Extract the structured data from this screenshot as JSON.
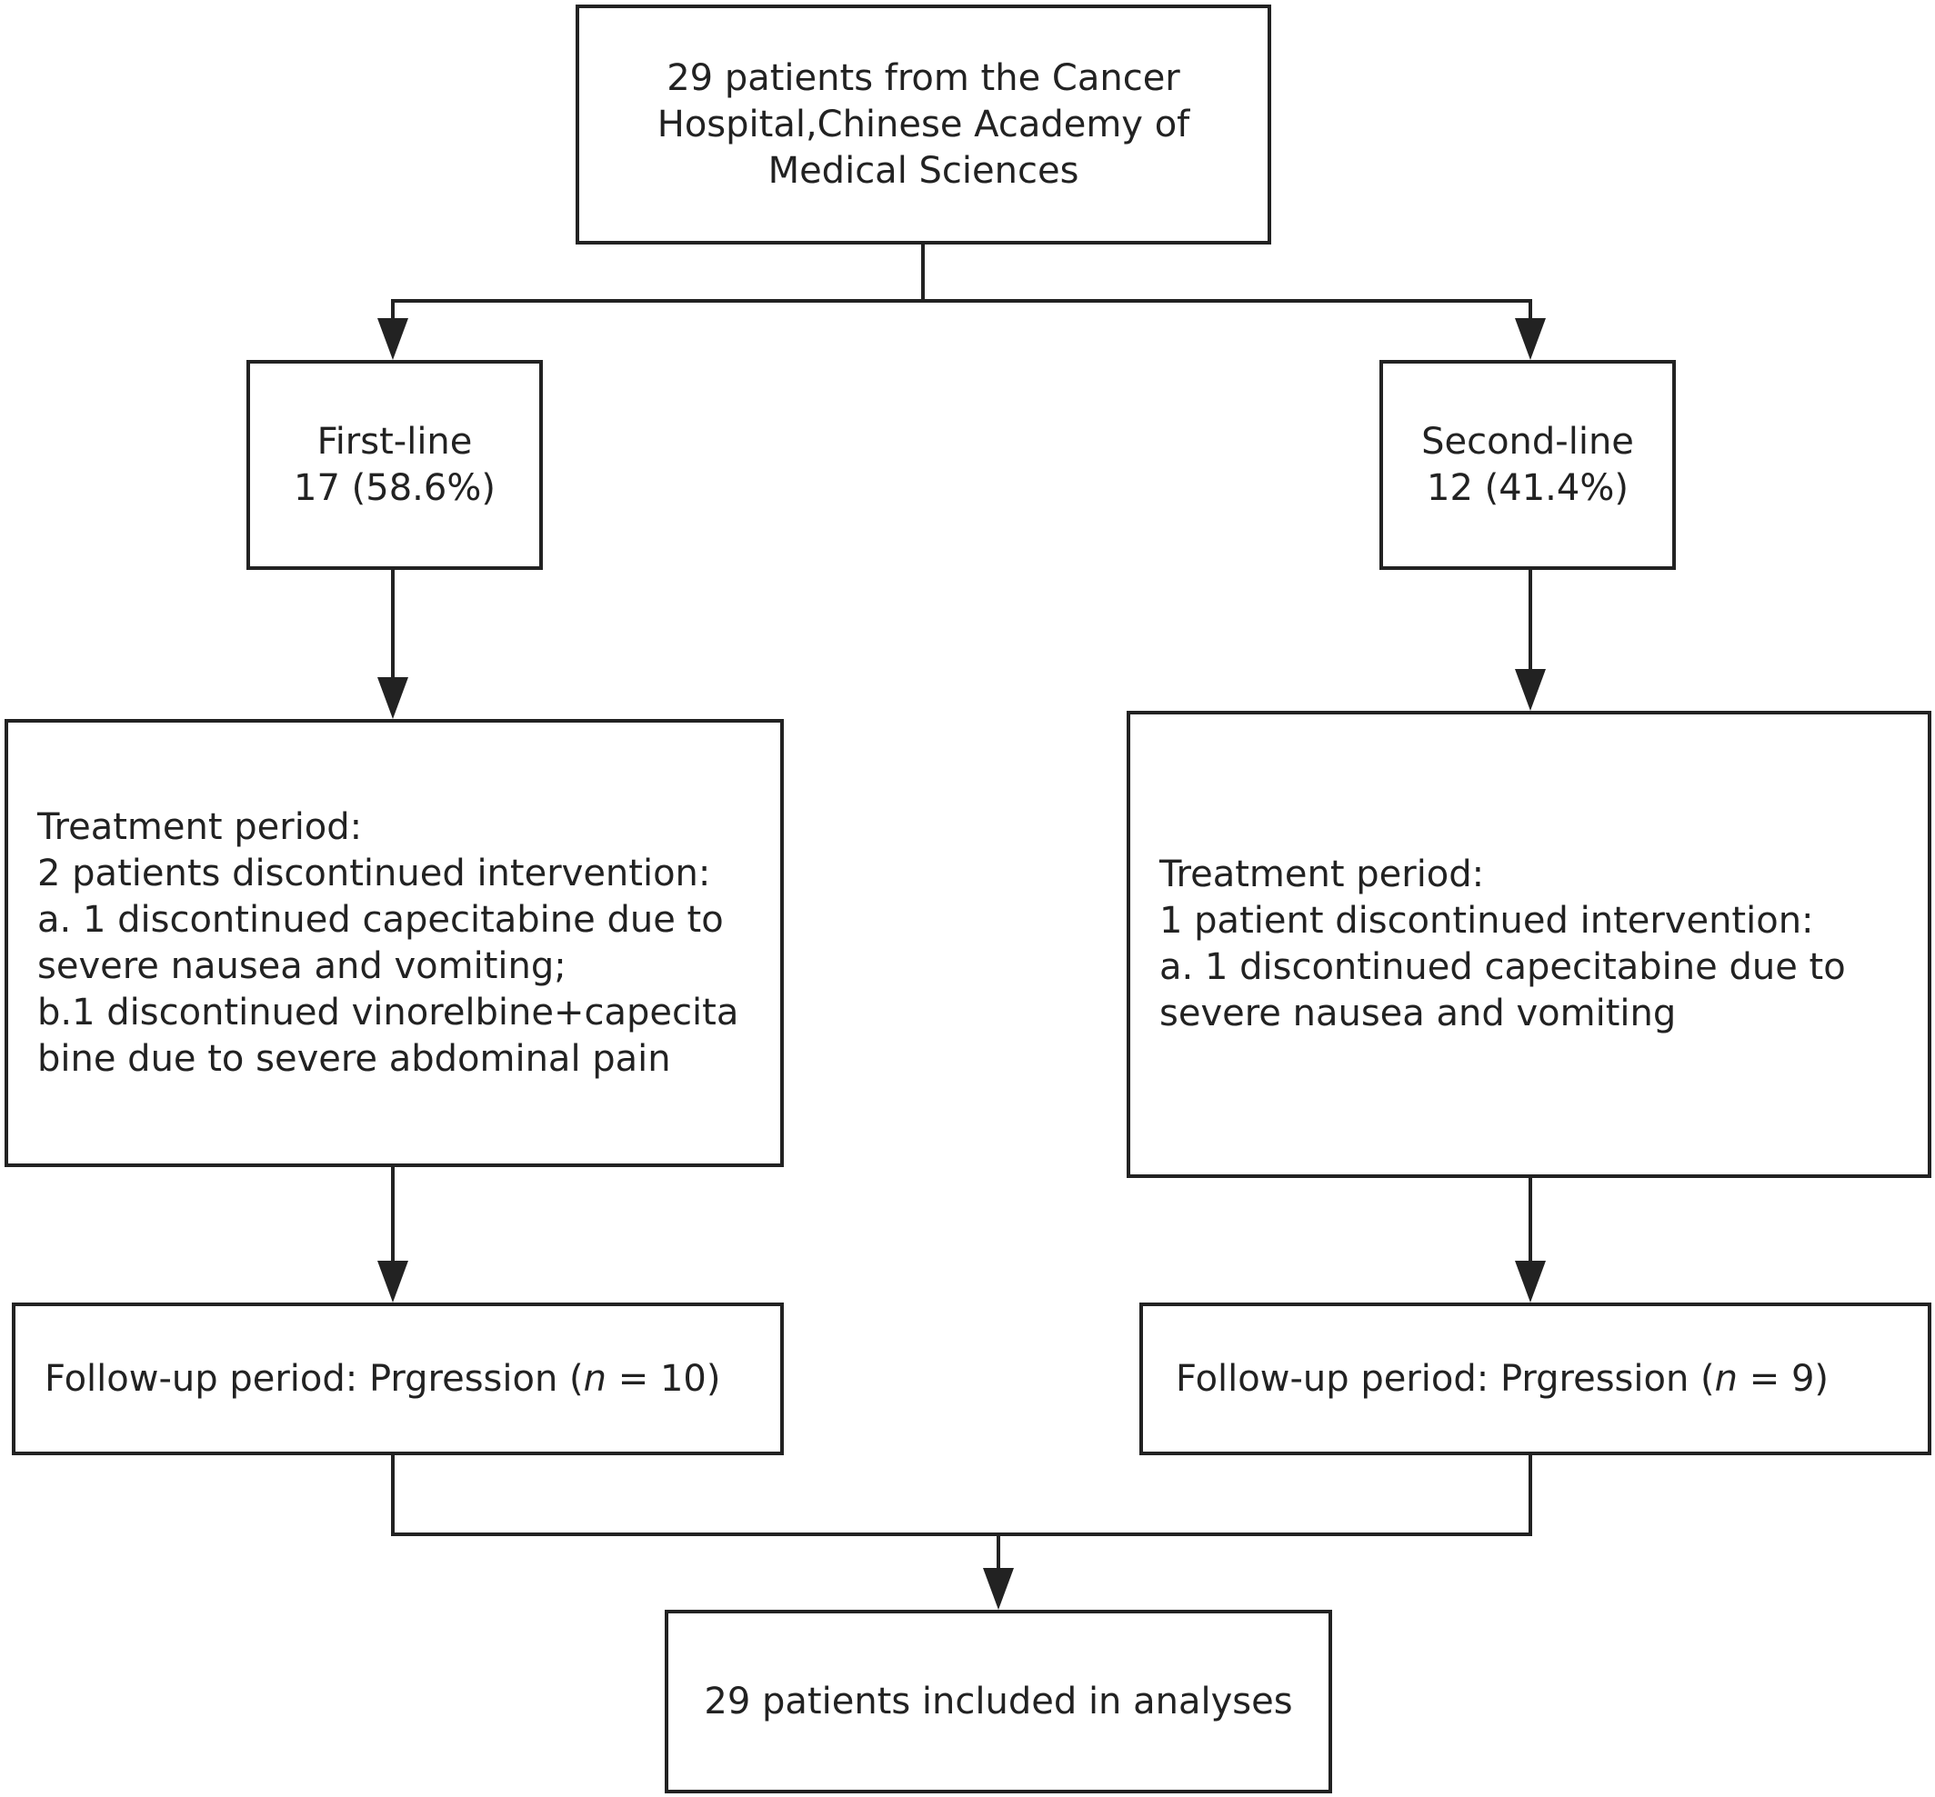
{
  "diagram": {
    "line_color": "#222222",
    "nodes": {
      "source": {
        "lines": [
          "29 patients from the Cancer",
          "Hospital,Chinese Academy of",
          "Medical Sciences"
        ]
      },
      "first_line": {
        "lines": [
          "First-line",
          "17 (58.6%)"
        ]
      },
      "second_line": {
        "lines": [
          "Second-line",
          "12 (41.4%)"
        ]
      },
      "treatment_first": {
        "lines": [
          "Treatment period:",
          "2 patients discontinued intervention:",
          "a. 1 discontinued capecitabine due to",
          "severe nausea and vomiting;",
          "b.1 discontinued vinorelbine+capecita",
          "bine due to severe abdominal pain"
        ]
      },
      "treatment_second": {
        "lines": [
          "Treatment period:",
          "1 patient discontinued intervention:",
          "a. 1 discontinued capecitabine due to",
          "severe nausea and vomiting"
        ]
      },
      "followup_first": {
        "prefix": "Follow-up period: Prgression (",
        "n_symbol": "n",
        "suffix": " = 10)"
      },
      "followup_second": {
        "prefix": "Follow-up period: Prgression (",
        "n_symbol": "n",
        "suffix": " = 9)"
      },
      "analysis": {
        "lines": [
          "29 patients included in analyses"
        ]
      }
    }
  }
}
